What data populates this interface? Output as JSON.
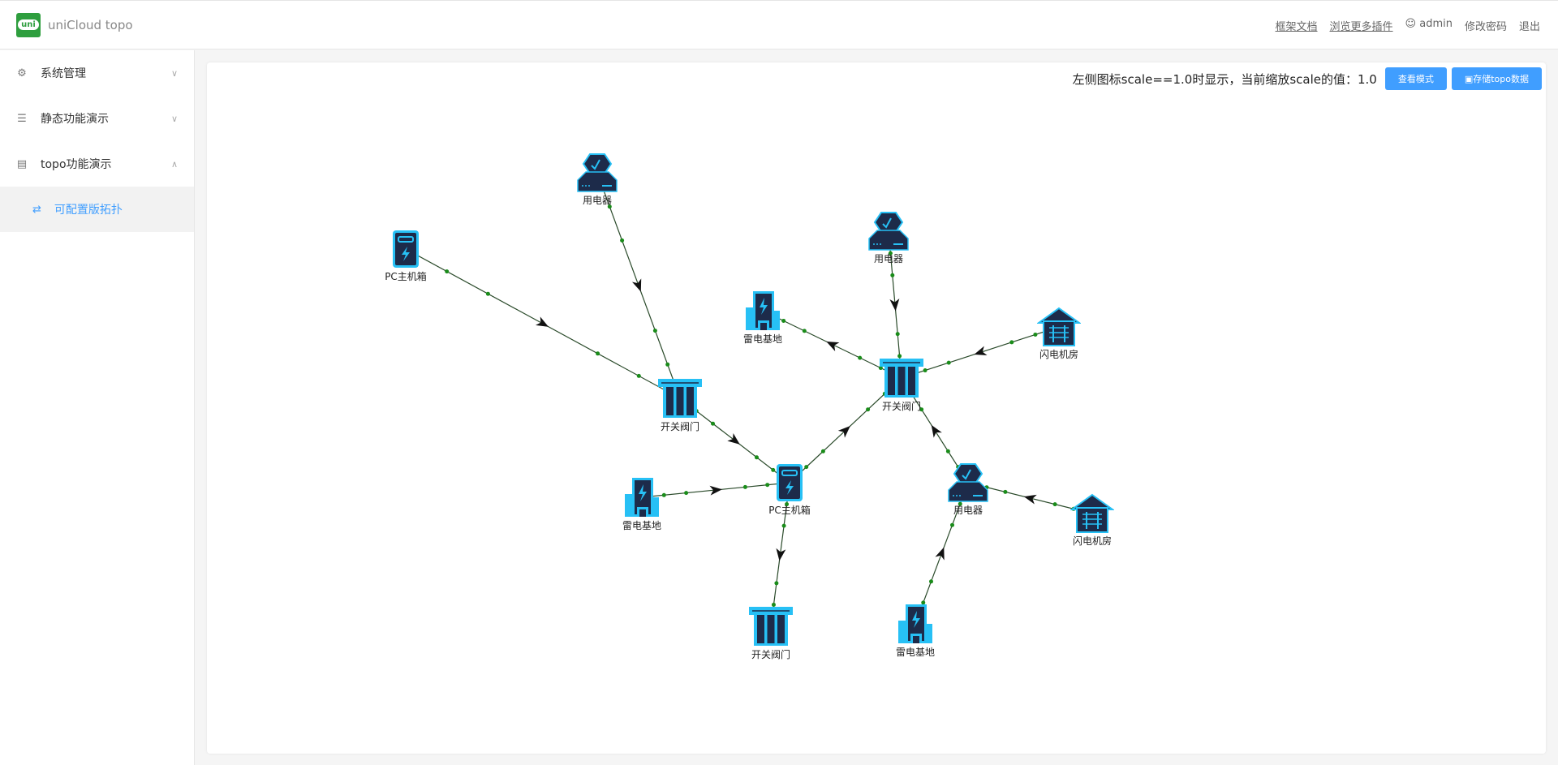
{
  "header": {
    "logo_text": "uni",
    "title": "uniCloud topo",
    "links": [
      "框架文档",
      "浏览更多插件"
    ],
    "user": "admin",
    "change_password": "修改密码",
    "logout": "退出"
  },
  "sidebar": {
    "items": [
      {
        "label": "系统管理",
        "icon": "gear-icon"
      },
      {
        "label": "静态功能演示",
        "icon": "list-icon"
      },
      {
        "label": "topo功能演示",
        "icon": "store-icon"
      }
    ],
    "active_sub": "可配置版拓扑"
  },
  "toolbar": {
    "scale_text": "左侧图标scale==1.0时显示，当前缩放scale的值：1.0",
    "view_mode": "查看模式",
    "save": "存储topo数据"
  },
  "colors": {
    "accent": "#409eff",
    "edge": "#2a4a2a",
    "dot": "#1a8c1a",
    "icon_dark": "#1d2b4a",
    "icon_light": "#27c0f5"
  },
  "nodes": [
    {
      "type": "appliance",
      "label": "用电器"
    },
    {
      "type": "pc",
      "label": "PC主机箱"
    },
    {
      "type": "valve",
      "label": "开关阀门"
    },
    {
      "type": "appliance",
      "label": "用电器"
    },
    {
      "type": "base",
      "label": "雷电基地"
    },
    {
      "type": "house",
      "label": "闪电机房"
    },
    {
      "type": "valve",
      "label": "开关阀门"
    },
    {
      "type": "base",
      "label": "雷电基地"
    },
    {
      "type": "pc",
      "label": "PC主机箱"
    },
    {
      "type": "appliance",
      "label": "用电器"
    },
    {
      "type": "house",
      "label": "闪电机房"
    },
    {
      "type": "valve",
      "label": "开关阀门"
    },
    {
      "type": "base",
      "label": "雷电基地"
    }
  ],
  "edges": [
    [
      0,
      2
    ],
    [
      1,
      2
    ],
    [
      2,
      8
    ],
    [
      7,
      8
    ],
    [
      8,
      6
    ],
    [
      8,
      11
    ],
    [
      3,
      6
    ],
    [
      6,
      4
    ],
    [
      5,
      6
    ],
    [
      9,
      6
    ],
    [
      10,
      9
    ],
    [
      12,
      9
    ]
  ]
}
